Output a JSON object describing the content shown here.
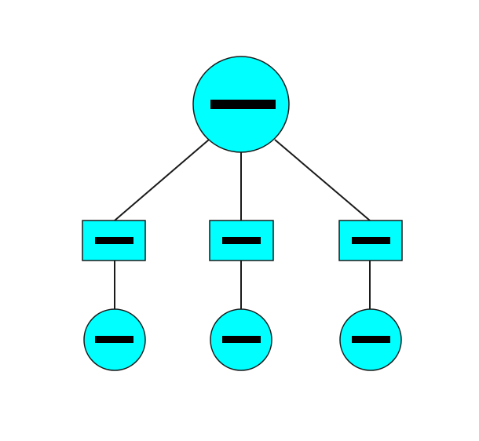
{
  "diagram": {
    "colors": {
      "background": "#ffffff",
      "node_fill": "#00ffff",
      "node_stroke": "#1a1a1a",
      "edge": "#1a1a1a",
      "bar": "#000000"
    },
    "nodes": [
      {
        "id": "root",
        "shape": "circle",
        "level": 0
      },
      {
        "id": "rect-left",
        "shape": "rectangle",
        "level": 1
      },
      {
        "id": "rect-middle",
        "shape": "rectangle",
        "level": 1
      },
      {
        "id": "rect-right",
        "shape": "rectangle",
        "level": 1
      },
      {
        "id": "leaf-left",
        "shape": "circle",
        "level": 2
      },
      {
        "id": "leaf-middle",
        "shape": "circle",
        "level": 2
      },
      {
        "id": "leaf-right",
        "shape": "circle",
        "level": 2
      }
    ],
    "edges": [
      {
        "from": "root",
        "to": "rect-left"
      },
      {
        "from": "root",
        "to": "rect-middle"
      },
      {
        "from": "root",
        "to": "rect-right"
      },
      {
        "from": "rect-left",
        "to": "leaf-left"
      },
      {
        "from": "rect-middle",
        "to": "leaf-middle"
      },
      {
        "from": "rect-right",
        "to": "leaf-right"
      }
    ]
  }
}
